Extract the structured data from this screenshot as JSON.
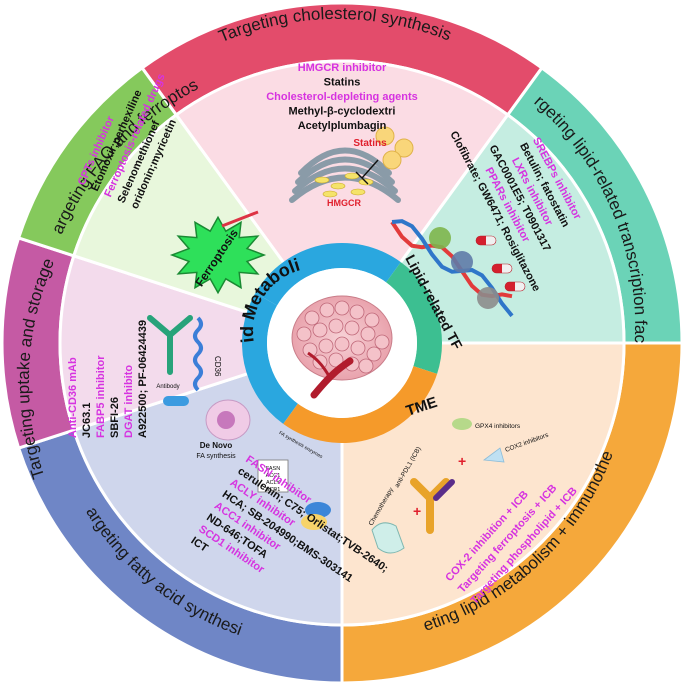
{
  "center": {
    "label_lipid_metabolism": "Lipid Metabolism",
    "label_tf": "Lipid-related TF",
    "label_tme": "TME"
  },
  "sectors": {
    "cholesterol": {
      "title": "Targeting cholesterol synthesis",
      "lines": [
        {
          "text": "HMGCR inhibitor",
          "kind": "inhibitor"
        },
        {
          "text": "Statins",
          "kind": "drug"
        },
        {
          "text": "Cholesterol-depleting agents",
          "kind": "inhibitor"
        },
        {
          "text": "Methyl-β-cyclodextri",
          "kind": "drug"
        },
        {
          "text": "Acetylplumbagin",
          "kind": "drug"
        }
      ],
      "statins_label": "Statins",
      "hmgcr_label": "HMGCR"
    },
    "tf": {
      "title": "Targeting lipid-related transcription factor",
      "lines": [
        {
          "text": "SREBPs inhibitor",
          "kind": "inhibitor"
        },
        {
          "text": "Betulin; fatostatin",
          "kind": "drug"
        },
        {
          "text": "LXRs inhibitor",
          "kind": "inhibitor"
        },
        {
          "text": "GAC0001E5; T0901317",
          "kind": "drug"
        },
        {
          "text": "PPARs inhibitor",
          "kind": "inhibitor"
        },
        {
          "text": "Clofibrate; GW6471; Rosiglitazone",
          "kind": "drug"
        }
      ]
    },
    "immuno": {
      "title": "Targeting lipid metabolism + immunotherapy",
      "lines": [
        {
          "text": "COX-2 inhibition + ICB",
          "kind": "inhibitor"
        },
        {
          "text": "Targeting ferroptosis + ICB",
          "kind": "inhibitor"
        },
        {
          "text": "Targeting phospholipid + ICB",
          "kind": "inhibitor"
        }
      ],
      "labels": {
        "gpx4": "GPX4 inhibitors",
        "cox2": "COX2 inhibitors",
        "antipdl1": "anti-PDL1 (ICB)",
        "chemo": "Chemotherapy"
      }
    },
    "fas": {
      "title": "Targeting fatty acid synthesis",
      "lines": [
        {
          "text": "FASN inhibitor",
          "kind": "inhibitor"
        },
        {
          "text": "cerulenin; C75; Orlistat;TVB-2640;",
          "kind": "drug"
        },
        {
          "text": "ACLY inhibitor",
          "kind": "inhibitor"
        },
        {
          "text": "HCA; SB-204990;BMS-303141",
          "kind": "drug"
        },
        {
          "text": "ACC1 inhibitor",
          "kind": "inhibitor"
        },
        {
          "text": "ND-646;TOFA",
          "kind": "drug"
        },
        {
          "text": "SCD1 inhibitor",
          "kind": "inhibitor"
        },
        {
          "text": "ICT",
          "kind": "drug"
        }
      ],
      "labels": {
        "denovo": "De Novo",
        "fasynth": "FA synthesis",
        "enzymes": "FA synthesis enzymes",
        "fasn": "FASN",
        "acc1": "ACC1",
        "acly": "ACLY",
        "scd1": "SCD1"
      }
    },
    "uptake": {
      "title": "Targeting uptake and storage",
      "lines": [
        {
          "text": "Anti-CD36 mAb",
          "kind": "inhibitor"
        },
        {
          "text": "JC63.1",
          "kind": "drug"
        },
        {
          "text": "FABP5 inhibitor",
          "kind": "inhibitor"
        },
        {
          "text": "SBFI-26",
          "kind": "drug"
        },
        {
          "text": "DGAT inhibito",
          "kind": "inhibitor"
        },
        {
          "text": "A922500; PF-06424439",
          "kind": "drug"
        }
      ],
      "labels": {
        "cd36": "CD36",
        "antibody": "Antibody"
      }
    },
    "fao": {
      "title": "Targeting FAO and ferroptosis",
      "lines": [
        {
          "text": "CPTs inhibitor",
          "kind": "inhibitor"
        },
        {
          "text": "Etomoxir;perhexiline",
          "kind": "drug"
        },
        {
          "text": "Ferroptosis-related drugs",
          "kind": "inhibitor"
        },
        {
          "text": "Selenomethionef",
          "kind": "drug"
        },
        {
          "text": "oridonin;myricetin",
          "kind": "drug"
        }
      ],
      "ferroptosis_label": "Ferroptosis"
    }
  },
  "colors": {
    "cholesterol_outer": "#e34c6b",
    "cholesterol_inner": "#fbdce4",
    "tf_outer": "#6bd3b7",
    "tf_inner": "#c5ede1",
    "immuno_outer": "#f5a83b",
    "immuno_inner": "#fde5cf",
    "fas_outer": "#6f86c6",
    "fas_inner": "#cfd6ec",
    "uptake_outer": "#c55aa4",
    "uptake_inner": "#f3dbec",
    "fao_outer": "#85c95c",
    "fao_inner": "#e8f7dc",
    "center_ring": "#2aa7df",
    "tf_ring": "#3cbf91",
    "tme_ring": "#f59a2a",
    "inhibitor_text": "#d633e0"
  }
}
